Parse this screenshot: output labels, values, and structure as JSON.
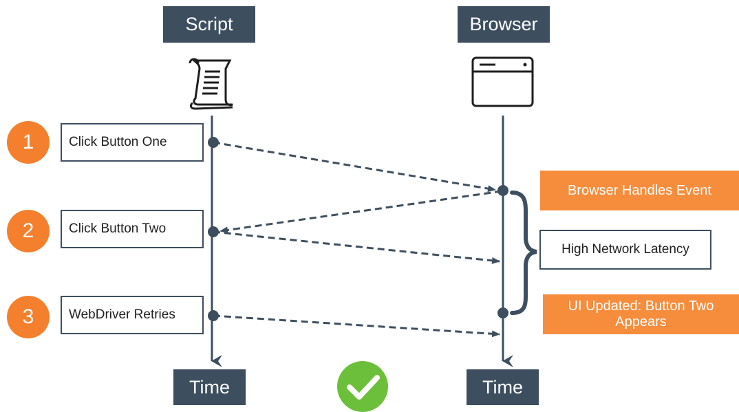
{
  "headers": {
    "script": "Script",
    "browser": "Browser"
  },
  "steps": [
    {
      "number": "1",
      "label": "Click Button One"
    },
    {
      "number": "2",
      "label": "Click Button Two"
    },
    {
      "number": "3",
      "label": "WebDriver Retries"
    }
  ],
  "notes": {
    "browser_handles": "Browser Handles Event",
    "latency": "High Network Latency",
    "ui_updated": "UI Updated: Button Two Appears"
  },
  "footers": {
    "script_time": "Time",
    "browser_time": "Time"
  },
  "icons": [
    "scroll-icon",
    "browser-window-icon",
    "checkmark-icon"
  ],
  "colors": {
    "header_bg": "#3d4f5f",
    "accent_orange": "#f47f2d",
    "note_orange": "#f68d3c",
    "line": "#3d4f5f",
    "check_green": "#6cbf3a"
  }
}
